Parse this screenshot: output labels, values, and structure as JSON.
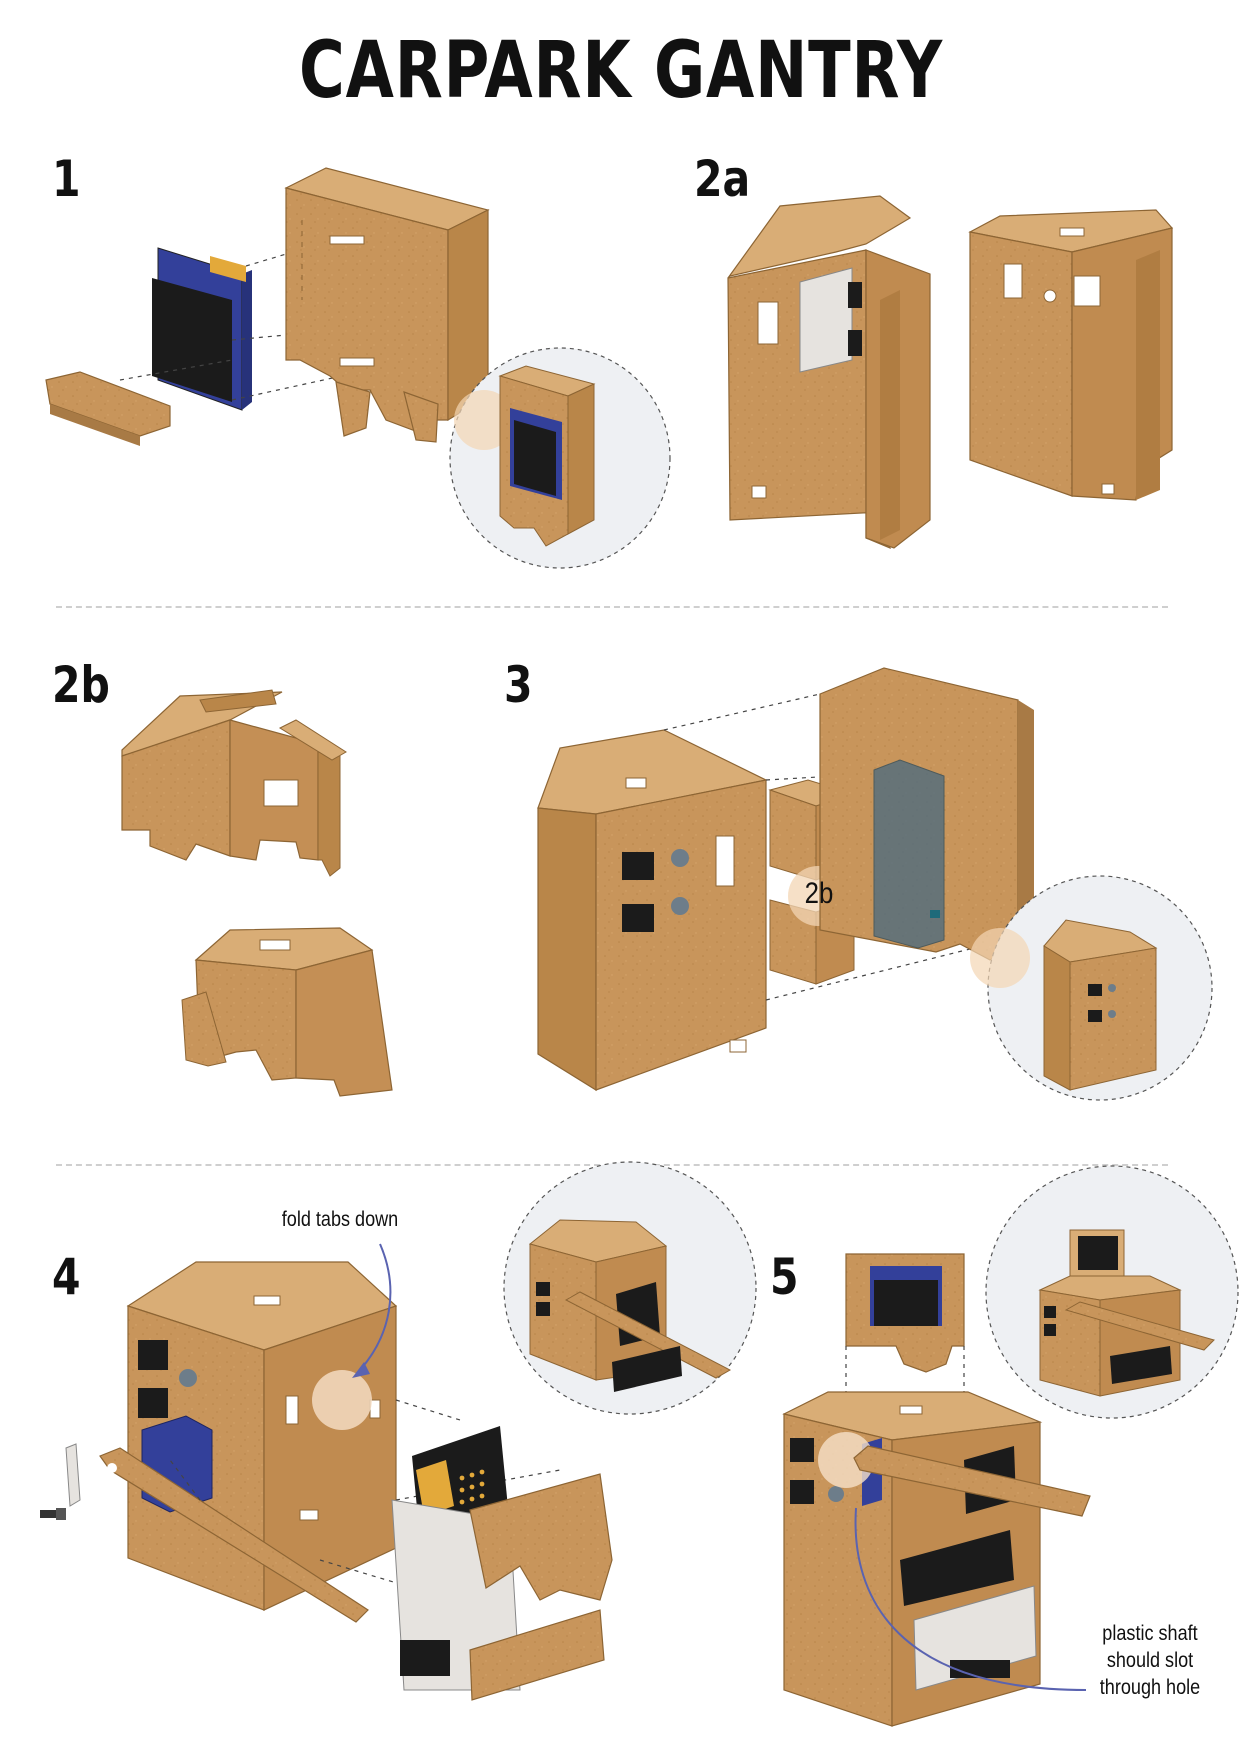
{
  "title": "CARPARK GANTRY",
  "steps": {
    "s1": "1",
    "s2a": "2a",
    "s2b": "2b",
    "s3": "3",
    "s4": "4",
    "s5": "5"
  },
  "callouts": {
    "ref_2b": "2b",
    "fold_tabs": "fold tabs down",
    "shaft_line1": "plastic shaft",
    "shaft_line2": "should slot",
    "shaft_line3": "through hole"
  },
  "colors": {
    "cardboard": "#c8955b",
    "cardboard_dark": "#a87a45",
    "cardboard_light": "#d9ad76",
    "display_blue": "#33409a",
    "black_part": "#1b1b1b",
    "accent_line": "#5a63b0",
    "zoom_circle": "#eef0f3"
  },
  "icons": [
    "microbit-board-icon",
    "servo-motor-icon",
    "screw-icon",
    "display-screen-icon"
  ]
}
